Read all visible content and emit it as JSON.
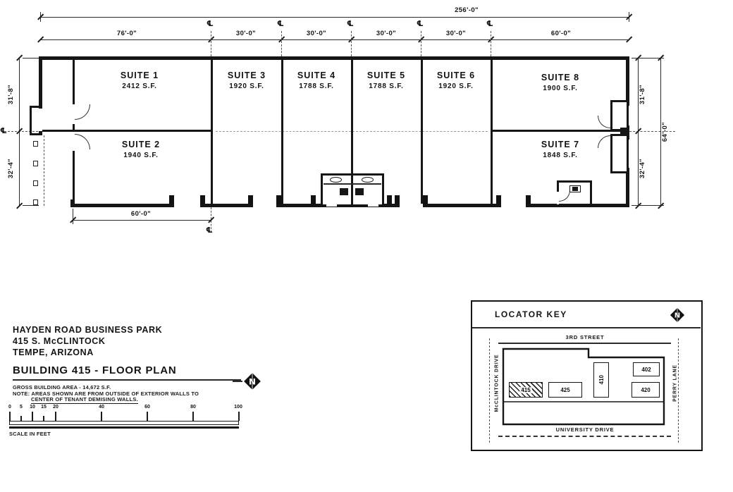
{
  "plan": {
    "dim_total": "256'-0\"",
    "dim_left_top": "76'-0\"",
    "dim_bay": "30'-0\"",
    "dim_right_top": "60'-0\"",
    "left_upper": "31'-8\"",
    "left_lower": "32'-4\"",
    "right_upper": "31'-8\"",
    "right_lower": "32'-4\"",
    "right_overall": "64'-0\"",
    "bottom": "60'-0\"",
    "centerline_symbol": "℄"
  },
  "suites": [
    {
      "name": "SUITE 1",
      "area": "2412 S.F."
    },
    {
      "name": "SUITE 2",
      "area": "1940 S.F."
    },
    {
      "name": "SUITE 3",
      "area": "1920 S.F."
    },
    {
      "name": "SUITE 4",
      "area": "1788 S.F."
    },
    {
      "name": "SUITE 5",
      "area": "1788 S.F."
    },
    {
      "name": "SUITE 6",
      "area": "1920 S.F."
    },
    {
      "name": "SUITE 7",
      "area": "1848 S.F."
    },
    {
      "name": "SUITE 8",
      "area": "1900 S.F."
    }
  ],
  "title_block": {
    "org": "HAYDEN ROAD BUSINESS PARK",
    "address": "415 S. McCLINTOCK",
    "city": "TEMPE, ARIZONA",
    "drawing_title": "BUILDING 415 - FLOOR PLAN",
    "note_area": "GROSS BUILDING AREA - 14,672 S.F.",
    "note_line1": "NOTE: AREAS SHOWN ARE FROM OUTSIDE OF EXTERIOR WALLS TO",
    "note_line2": "CENTER OF TENANT DEMISING WALLS."
  },
  "scale_bar": {
    "ticks": [
      "0",
      "5",
      "10",
      "15",
      "20",
      "40",
      "60",
      "80",
      "100"
    ],
    "label": "SCALE IN FEET"
  },
  "locator": {
    "title": "LOCATOR KEY",
    "street_top": "3RD STREET",
    "street_bottom": "UNIVERSITY DRIVE",
    "street_left": "McCLINTOCK DRIVE",
    "street_right": "PERRY LANE",
    "bldg_415": "415",
    "bldg_425": "425",
    "bldg_410": "410",
    "bldg_402": "402",
    "bldg_420": "420"
  },
  "icons": {
    "north_arrow": "N"
  }
}
